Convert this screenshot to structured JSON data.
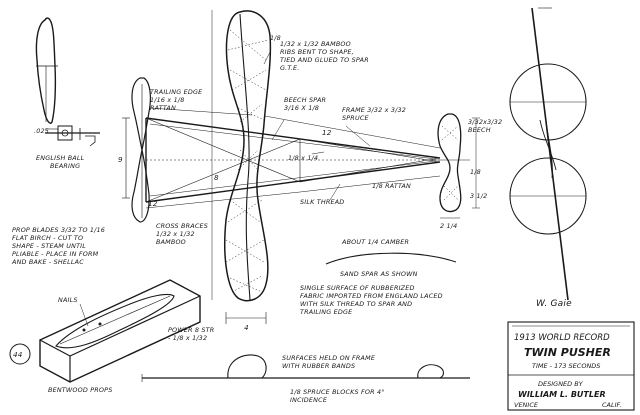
{
  "labels": {
    "wing_rib_note": "1/32 x 1/32 BAMBOO RIBS BENT TO SHAPE, TIED AND GLUED TO SPAR G.T.E.",
    "span_mark": "1/8",
    "trailing_edge": "TRAILING EDGE 1/16 x 1/8 RATTAN",
    "beech_spar": "BEECH SPAR 3/16 X 1/8",
    "frame": "FRAME 3/32 x 3/32 SPRUCE",
    "bearing_size": ".025",
    "bearing_name": "ENGLISH BALL BEARING",
    "beech_tip": "3/32x3/32 BEECH",
    "dim_inner": "1/8 x 1/4",
    "dim_9": "9",
    "dim_12a": "12",
    "dim_12b": "12",
    "dim_8": "8",
    "rattan": "1/8 RATTAN",
    "silk_thread": "SILK THREAD",
    "cross_braces": "CROSS BRACES 1/32 x 1/32 BAMBOO",
    "prop_blades": "PROP BLADES 3/32 TO 1/16 FLAT BIRCH - CUT TO SHAPE - STEAM UNTIL PLIABLE - PLACE IN FORM AND BAKE - SHELLAC",
    "dim_4": "4",
    "dim_2_1_4": "2 1/4",
    "dim_3_1_2": "3 1/2",
    "dim_1_8_right": "1/8",
    "camber": "ABOUT 1/4 CAMBER",
    "sand_spar": "SAND SPAR AS SHOWN",
    "fabric_note": "SINGLE SURFACE OF RUBBERIZED FABRIC IMPORTED FROM ENGLAND LACED WITH SILK THREAD TO SPAR AND TRAILING EDGE",
    "nails": "NAILS",
    "power": "POWER 8 STR - 1/8 x 1/32",
    "bentwood": "BENTWOOD PROPS",
    "page_number": "44",
    "surfaces_note": "SURFACES HELD ON FRAME WITH RUBBER BANDS",
    "spruce_blocks": "1/8 SPRUCE BLOCKS FOR 4° INCIDENCE",
    "signature": "W. Gaie"
  },
  "title_block": {
    "line1": "1913 WORLD RECORD",
    "line2": "TWIN PUSHER",
    "line3": "TIME - 173 SECONDS",
    "designed_by": "DESIGNED BY",
    "designer": "WILLIAM L. BUTLER",
    "city": "VENICE",
    "state": "CALIF."
  }
}
